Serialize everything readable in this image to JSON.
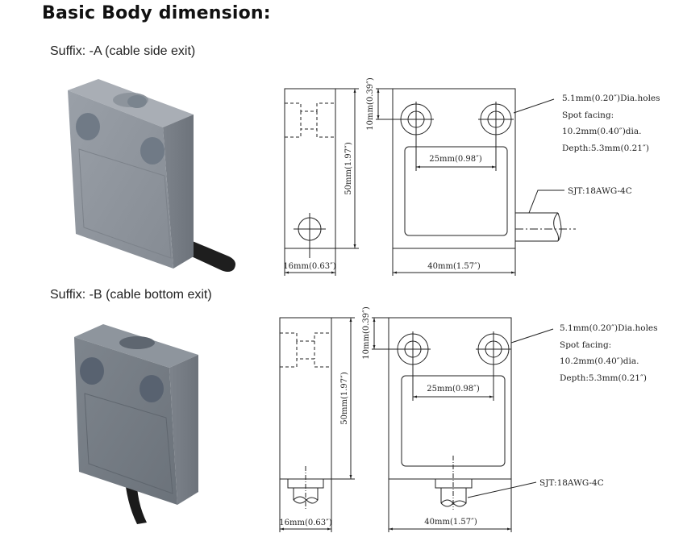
{
  "title": "Basic Body dimension:",
  "sections": [
    {
      "suffix_label": "Suffix: -A (cable side exit)",
      "photo": "sensor-photo-side-exit",
      "dims": {
        "height": "50mm(1.97″)",
        "top_offset": "10mm(0.39″)",
        "depth": "16mm(0.63″)",
        "width": "40mm(1.57″)",
        "hole_spacing": "25mm(0.98″)"
      },
      "notes": [
        "5.1mm(0.20″)Dia.holes",
        "Spot facing:",
        "10.2mm(0.40″)dia.",
        "Depth:5.3mm(0.21″)"
      ],
      "cable": "SJT:18AWG-4C"
    },
    {
      "suffix_label": "Suffix: -B (cable bottom exit)",
      "photo": "sensor-photo-bottom-exit",
      "dims": {
        "height": "50mm(1.97″)",
        "top_offset": "10mm(0.39″)",
        "depth": "16mm(0.63″)",
        "width": "40mm(1.57″)",
        "hole_spacing": "25mm(0.98″)"
      },
      "notes": [
        "5.1mm(0.20″)Dia.holes",
        "Spot facing:",
        "10.2mm(0.40″)dia.",
        "Depth:5.3mm(0.21″)"
      ],
      "cable": "SJT:18AWG-4C"
    }
  ],
  "colors": {
    "body_gray": "#8a9099",
    "body_gray_dark": "#6b7078",
    "cable_black": "#1c1c1c",
    "line": "#222222"
  }
}
